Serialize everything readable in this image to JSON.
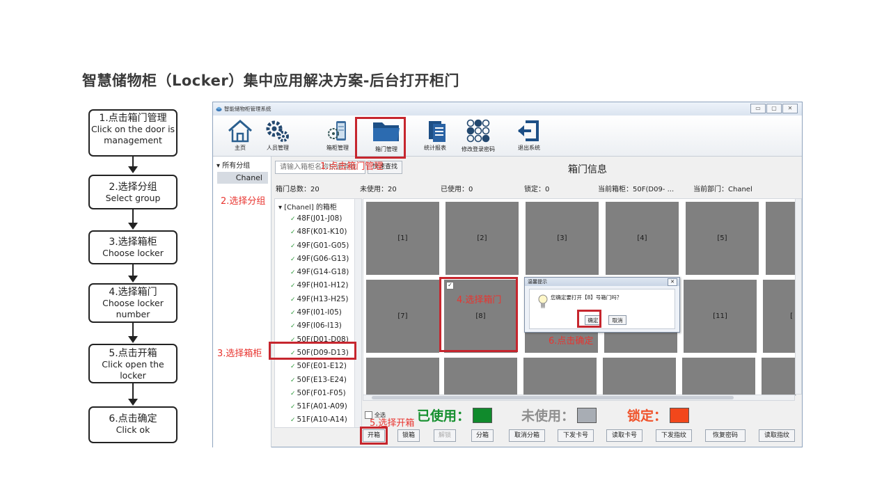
{
  "page_title": "智慧储物柜（Locker）集中应用解决方案-后台打开柜门",
  "flow_steps": [
    {
      "zh": "1.点击箱门管理",
      "en": "Click on the door is management"
    },
    {
      "zh": "2.选择分组",
      "en": "Select group"
    },
    {
      "zh": "3.选择箱柜",
      "en": "Choose locker"
    },
    {
      "zh": "4.选择箱门",
      "en": "Choose locker number"
    },
    {
      "zh": "5.点击开箱",
      "en": "Click open the locker"
    },
    {
      "zh": "6.点击确定",
      "en": "Click ok"
    }
  ],
  "window": {
    "title": "智能储物柜管理系统",
    "controls": [
      "▭",
      "▢",
      "✕"
    ]
  },
  "toolbar": {
    "items": [
      {
        "label": "主页",
        "icon": "home-icon"
      },
      {
        "label": "人员管理",
        "icon": "gears-icon"
      },
      {
        "label": "箱柜管理",
        "icon": "cabinet-icon"
      },
      {
        "label": "箱门管理",
        "icon": "folder-icon"
      },
      {
        "label": "统计报表",
        "icon": "report-icon"
      },
      {
        "label": "修改登录密码",
        "icon": "keypad-icon"
      },
      {
        "label": "退出系统",
        "icon": "exit-icon"
      }
    ]
  },
  "groups": {
    "header": "所有分组",
    "items": [
      "Chanel"
    ]
  },
  "search": {
    "placeholder": "请输入箱柜名称快速查找",
    "button": "快速查找"
  },
  "header_title": "箱门信息",
  "stats": {
    "total": "箱门总数：20",
    "unused": "未使用：20",
    "used": "已使用：0",
    "locked": "锁定：0",
    "current_cabinet": "当前箱柜：50F(D09- ...",
    "current_dept": "当前部门：Chanel"
  },
  "tree": {
    "root": "[Chanel] 的箱柜",
    "items": [
      "48F(J01-J08)",
      "48F(K01-K10)",
      "49F(G01-G05)",
      "49F(G06-G13)",
      "49F(G14-G18)",
      "49F(H01-H12)",
      "49F(H13-H25)",
      "49F(I01-I05)",
      "49F(I06-I13)",
      "50F(D01-D08)",
      "50F(D09-D13)",
      "50F(E01-E12)",
      "50F(E13-E24)",
      "50F(F01-F05)",
      "51F(A01-A09)",
      "51F(A10-A14)"
    ]
  },
  "doors": {
    "row1": [
      "[1]",
      "[2]",
      "[3]",
      "[4]",
      "[5]"
    ],
    "row2": [
      "[7]",
      "[8]",
      "[11]",
      "["
    ],
    "selected_check": "✓"
  },
  "dialog": {
    "title": "温馨提示",
    "message": "您确定要打开【8】号箱门吗？",
    "ok": "确定",
    "cancel": "取消",
    "close": "✕"
  },
  "select_all": "全选",
  "legend": {
    "used": "已使用：",
    "unused": "未使用：",
    "locked": "锁定：",
    "used_color": "#108a2c",
    "unused_color": "#a8adb4",
    "locked_color": "#f2471b"
  },
  "actions": [
    "开箱",
    "锁箱",
    "解锁",
    "分箱",
    "取消分箱",
    "下发卡号",
    "读取卡号",
    "下发指纹",
    "恢复密码",
    "读取指纹"
  ],
  "annotations": {
    "a1": "1.点击箱门管理",
    "a2": "2.选择分组",
    "a3": "3.选择箱柜",
    "a4": "4.选择箱门",
    "a5": "5.选择开箱",
    "a6": "6.点击确定"
  }
}
